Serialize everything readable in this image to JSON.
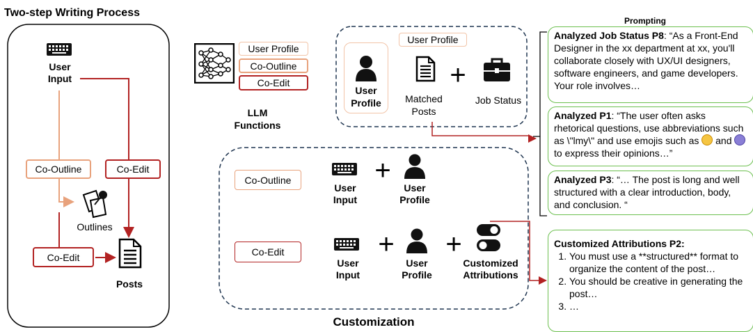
{
  "left": {
    "title": "Two-step Writing Process",
    "user_input": "User\nInput",
    "co_outline": "Co-Outline",
    "co_edit_right": "Co-Edit",
    "outlines": "Outlines",
    "co_edit_bottom": "Co-Edit",
    "posts": "Posts"
  },
  "llm": {
    "functions_label": "LLM\nFunctions",
    "tags": [
      "User Profile",
      "Co-Outline",
      "Co-Edit"
    ]
  },
  "top_box": {
    "user_profile_tag": "User Profile",
    "user_profile": "User\nProfile",
    "matched_posts": "Matched\nPosts",
    "job_status": "Job Status",
    "plus": "+"
  },
  "customization": {
    "title": "Customization",
    "row1": {
      "tag": "Co-Outline",
      "input": "User\nInput",
      "profile": "User\nProfile",
      "plus": "+"
    },
    "row2": {
      "tag": "Co-Edit",
      "input": "User\nInput",
      "profile": "User\nProfile",
      "attr": "Customized\nAttributions",
      "plus1": "+",
      "plus2": "+"
    }
  },
  "prompting": {
    "title": "Prompting",
    "card1": {
      "head": "Analyzed Job Status P8",
      "body": ": “As a Front-End Designer in the xx department at xx, you'll collaborate closely with UX/UI designers, software engineers, and game developers. Your role involves…"
    },
    "card2": {
      "head": "Analyzed P1",
      "body1": ": “The user often asks rhetorical questions, use abbreviations such as \\\"lmy\\\" and use emojis such as",
      "and": "and",
      "body2": "to express their opinions…”"
    },
    "card3": {
      "head": "Analyzed P3",
      "body": ": “… The post is long and well structured with a clear introduction, body, and conclusion. “"
    },
    "card4": {
      "head": "Customized Attributions P2:",
      "items": [
        "You must use a **structured** format to organize the content of the post…",
        "You should be creative in generating the post…",
        "…"
      ]
    }
  },
  "colors": {
    "red": "#b22222",
    "orange": "#e8a27c",
    "light_orange": "#f2c4a8",
    "green": "#6bbf4e",
    "navy": "#1f3550"
  }
}
